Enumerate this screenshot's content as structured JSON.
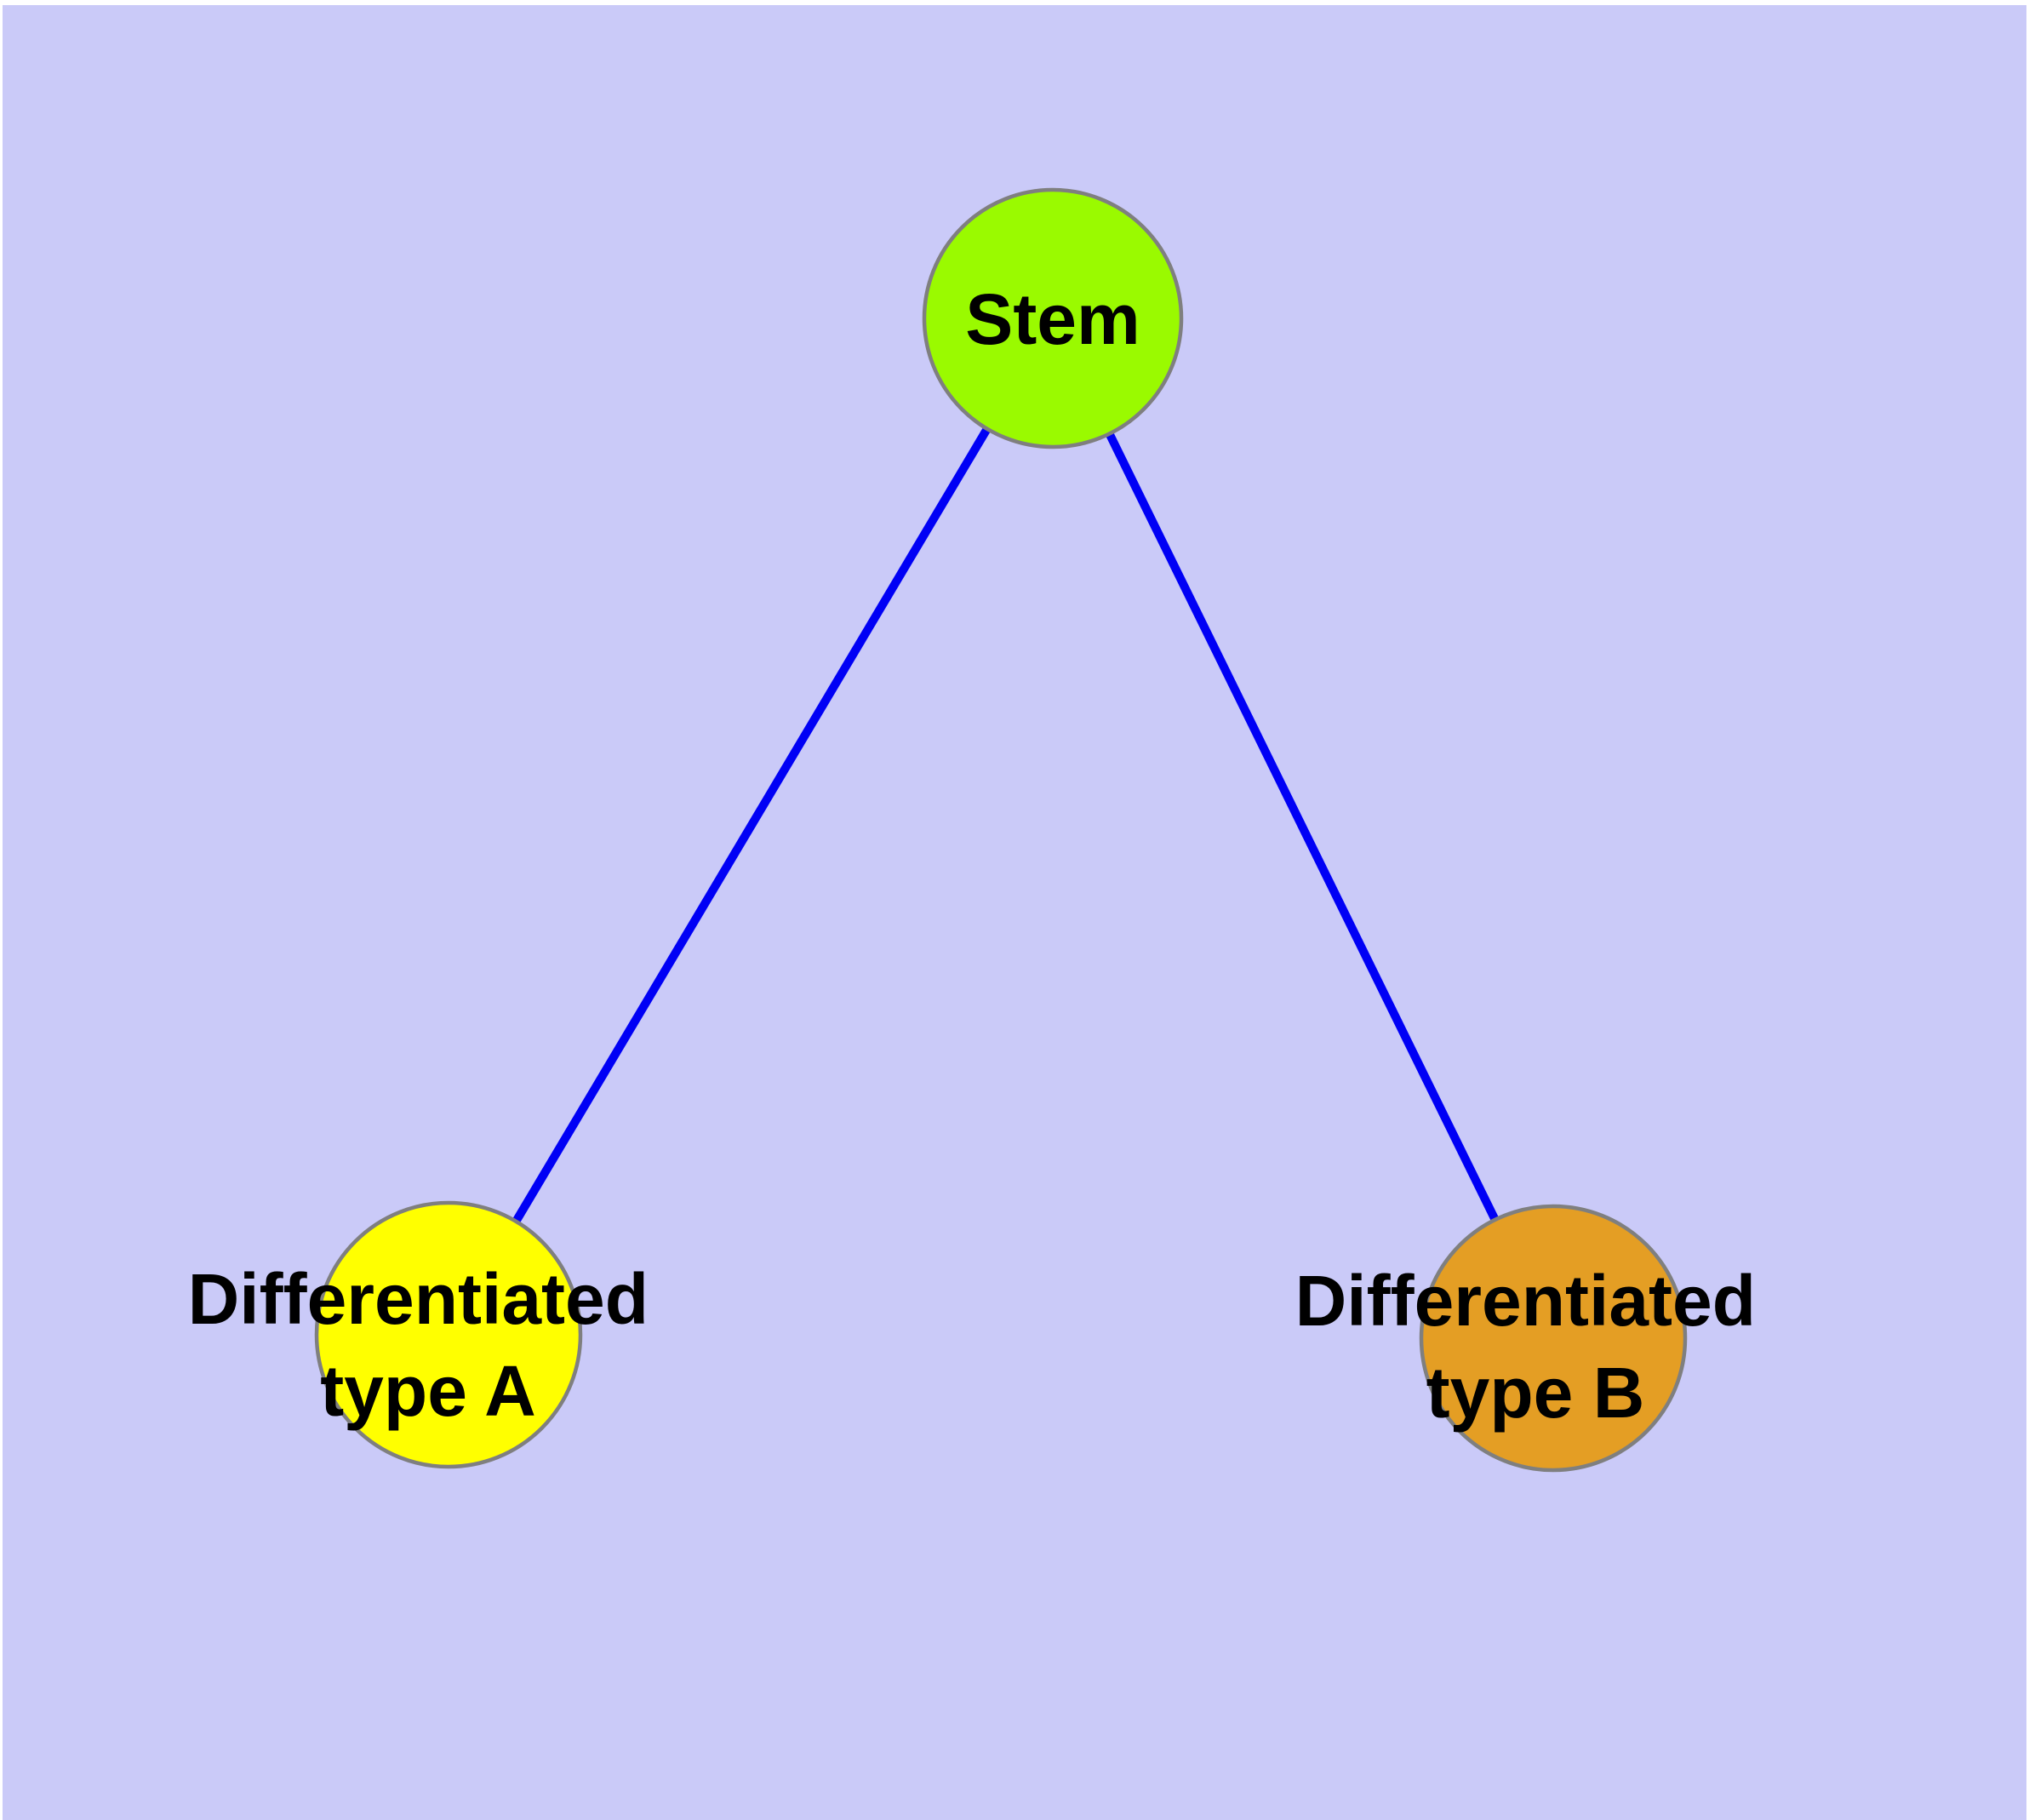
{
  "diagram": {
    "background_color": "#CACAF8",
    "page_border_color": "#FFFFFF",
    "edge_color": "#0000F5",
    "node_border_color": "#7F7F7F",
    "text_color": "#000000",
    "nodes": [
      {
        "id": "stem",
        "label": "Stem",
        "fill": "#9AFA00"
      },
      {
        "id": "differentiated-type-a",
        "label": "Differentiated type A",
        "label_lines": [
          "Differentiated",
          "type A"
        ],
        "fill": "#FFFF00"
      },
      {
        "id": "differentiated-type-b",
        "label": "Differentiated type B",
        "label_lines": [
          "Differentiated",
          "type B"
        ],
        "fill": "#E49E24"
      }
    ],
    "edges": [
      {
        "from": "Stem",
        "to": "Differentiated type A"
      },
      {
        "from": "Stem",
        "to": "Differentiated type B"
      }
    ]
  }
}
